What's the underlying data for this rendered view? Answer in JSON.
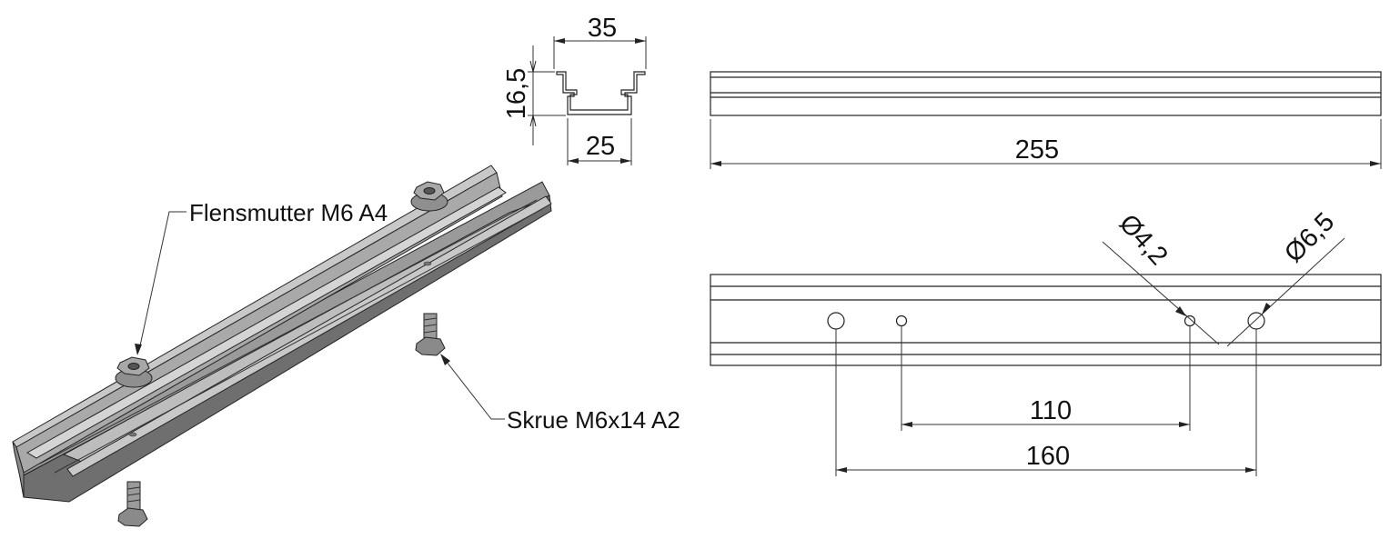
{
  "colors": {
    "line": "#222222",
    "rail_light": "#bdbdbd",
    "rail_mid": "#9a9a9a",
    "rail_dark": "#6f6f6f",
    "hardware": "#8a8a8a"
  },
  "profile_section": {
    "top_width": "35",
    "height": "16,5",
    "bottom_width": "25"
  },
  "side_view": {
    "length": "255"
  },
  "top_view": {
    "hole_small": "Ø4,2",
    "hole_large": "Ø6,5",
    "spacing_inner": "110",
    "spacing_outer": "160"
  },
  "callouts": {
    "nut": "Flensmutter M6 A4",
    "screw": "Skrue M6x14 A2"
  }
}
